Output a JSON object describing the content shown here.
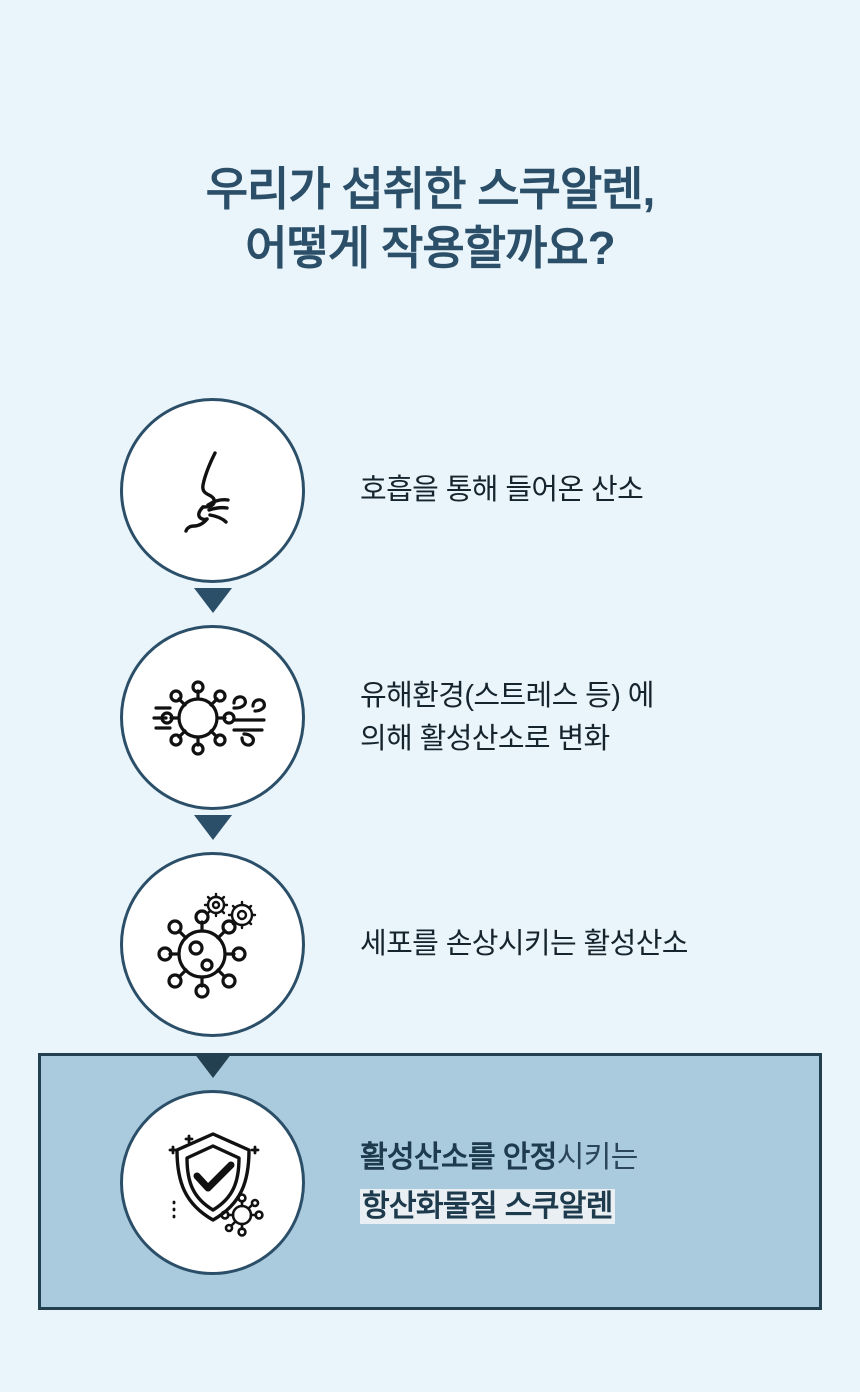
{
  "background_color": "#eaf5fb",
  "accent_color": "#2b4f68",
  "panel_color": "#aacbde",
  "highlight_color": "#e9eff3",
  "title": {
    "line1": "우리가 섭취한 스쿠알렌,",
    "line2": "어떻게 작용할까요?"
  },
  "flow": {
    "steps": [
      {
        "icon": "face-breathing-icon",
        "line1": "호흡을 통해 들어온 산소",
        "line2": ""
      },
      {
        "icon": "virus-wind-icon",
        "line1": "유해환경(스트레스 등) 에",
        "line2": "의해 활성산소로 변화"
      },
      {
        "icon": "virus-gears-icon",
        "line1": "세포를 손상시키는 활성산소",
        "line2": ""
      }
    ],
    "arrow_icon": "triangle-down-icon"
  },
  "highlight_step": {
    "icon": "shield-check-icon",
    "line1_bold": "활성산소를 안정",
    "line1_regular": "시키는",
    "line2_marked": "항산화물질 스쿠알렌"
  }
}
